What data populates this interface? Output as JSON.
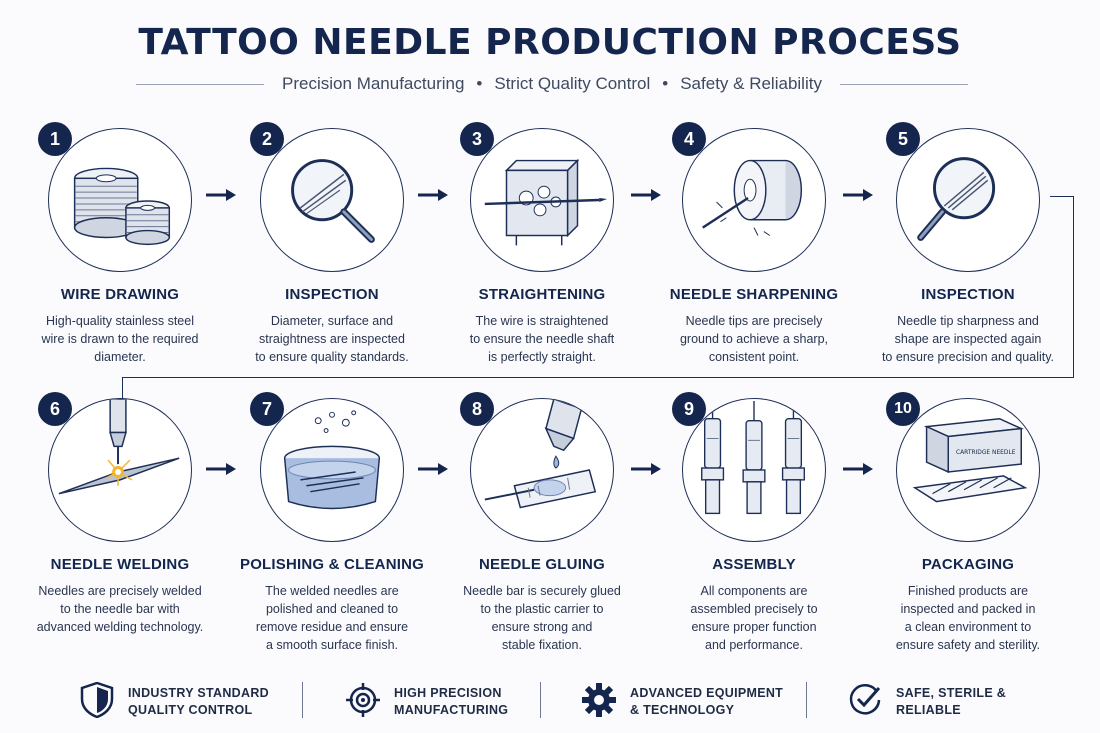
{
  "header": {
    "title": "TATTOO NEEDLE PRODUCTION PROCESS",
    "subtitle_items": [
      "Precision Manufacturing",
      "Strict Quality Control",
      "Safety & Reliability"
    ],
    "separator": "•"
  },
  "steps": [
    {
      "number": "1",
      "title": "WIRE DRAWING",
      "desc": [
        "High-quality stainless steel",
        "wire is drawn to the required",
        "diameter."
      ]
    },
    {
      "number": "2",
      "title": "INSPECTION",
      "desc": [
        "Diameter, surface and",
        "straightness are inspected",
        "to ensure quality standards."
      ]
    },
    {
      "number": "3",
      "title": "STRAIGHTENING",
      "desc": [
        "The wire is straightened",
        "to ensure the needle shaft",
        "is perfectly straight."
      ]
    },
    {
      "number": "4",
      "title": "NEEDLE SHARPENING",
      "desc": [
        "Needle tips are precisely",
        "ground to achieve a sharp,",
        "consistent point."
      ]
    },
    {
      "number": "5",
      "title": "INSPECTION",
      "desc": [
        "Needle tip sharpness and",
        "shape are inspected again",
        "to ensure precision and quality."
      ]
    },
    {
      "number": "6",
      "title": "NEEDLE WELDING",
      "desc": [
        "Needles are precisely welded",
        "to the needle bar with",
        "advanced welding technology."
      ]
    },
    {
      "number": "7",
      "title": "POLISHING & CLEANING",
      "desc": [
        "The welded needles are",
        "polished and cleaned to",
        "remove residue and ensure",
        "a smooth surface finish."
      ]
    },
    {
      "number": "8",
      "title": "NEEDLE GLUING",
      "desc": [
        "Needle bar is securely glued",
        "to the plastic carrier to",
        "ensure strong and",
        "stable fixation."
      ]
    },
    {
      "number": "9",
      "title": "ASSEMBLY",
      "desc": [
        "All components are",
        "assembled precisely to",
        "ensure proper function",
        "and performance."
      ]
    },
    {
      "number": "10",
      "title": "PACKAGING",
      "desc": [
        "Finished products are",
        "inspected and packed in",
        "a clean environment to",
        "ensure safety and sterility."
      ]
    }
  ],
  "packaging_box_label": "CARTRIDGE NEEDLE",
  "features": [
    {
      "icon": "shield-icon",
      "lines": [
        "INDUSTRY STANDARD",
        "QUALITY CONTROL"
      ]
    },
    {
      "icon": "target-icon",
      "lines": [
        "HIGH PRECISION",
        "MANUFACTURING"
      ]
    },
    {
      "icon": "gear-icon",
      "lines": [
        "ADVANCED EQUIPMENT",
        "& TECHNOLOGY"
      ]
    },
    {
      "icon": "check-circle-icon",
      "lines": [
        "SAFE, STERILE &",
        "RELIABLE"
      ]
    }
  ],
  "colors": {
    "navy": "#14264d",
    "accent_blue": "#9fb6dc",
    "spark": "#f2b632"
  }
}
